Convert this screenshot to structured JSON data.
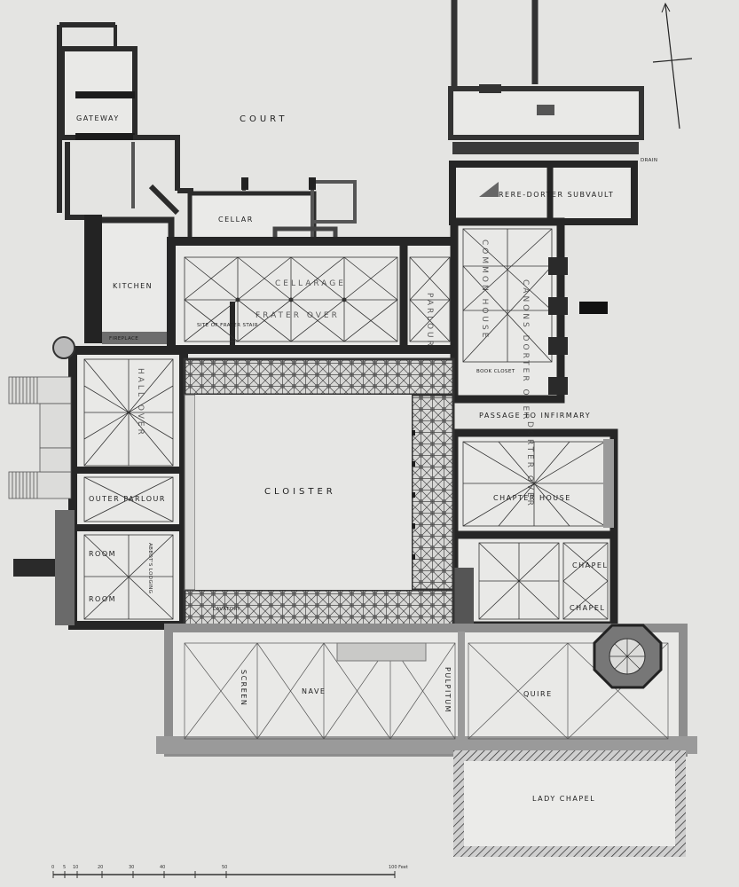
{
  "labels": {
    "court": "COURT",
    "gateway": "GATEWAY",
    "cellar": "CELLAR",
    "kitchen": "KITCHEN",
    "fireplace": "FIREPLACE",
    "site_frater_stair": "SITE OF FRATER STAIR",
    "cellarage": "CELLARAGE",
    "frater_over": "FRATER OVER",
    "parlour_vertical": "PARLOUR",
    "rere_dorter_subvault": "RERE-DORTER SUBVAULT",
    "drain": "DRAIN",
    "common_house": "COMMON HOUSE",
    "canons_dorter_over": "CANONS DORTER OVER",
    "book_closet": "BOOK CLOSET",
    "passage_to_infirmary": "PASSAGE TO INFIRMARY",
    "dorter_over": "DORTER OVER",
    "chapter_house": "CHAPTER HOUSE",
    "cloister": "CLOISTER",
    "hall_over": "HALL OVER",
    "outer_parlour": "OUTER PARLOUR",
    "room_upper": "ROOM",
    "room_lower": "ROOM",
    "abbots_lodging": "ABBOT'S LODGING",
    "chapel_upper": "CHAPEL",
    "chapel_lower": "CHAPEL",
    "lavatory": "LAVATORY",
    "screen": "SCREEN",
    "nave": "NAVE",
    "pulpitum": "PULPITUM",
    "quire": "QUIRE",
    "lady_chapel": "LADY CHAPEL"
  },
  "scale_bar": {
    "ticks": [
      "0",
      "5",
      "10",
      "20",
      "30",
      "40",
      "50"
    ],
    "end_label": "100 Feet"
  },
  "colors": {
    "paper": "#e4e4e2",
    "wall": "#262626",
    "wall_light": "#8f8f8f",
    "vault_line": "#333333",
    "room_fill": "#eaeae8"
  }
}
